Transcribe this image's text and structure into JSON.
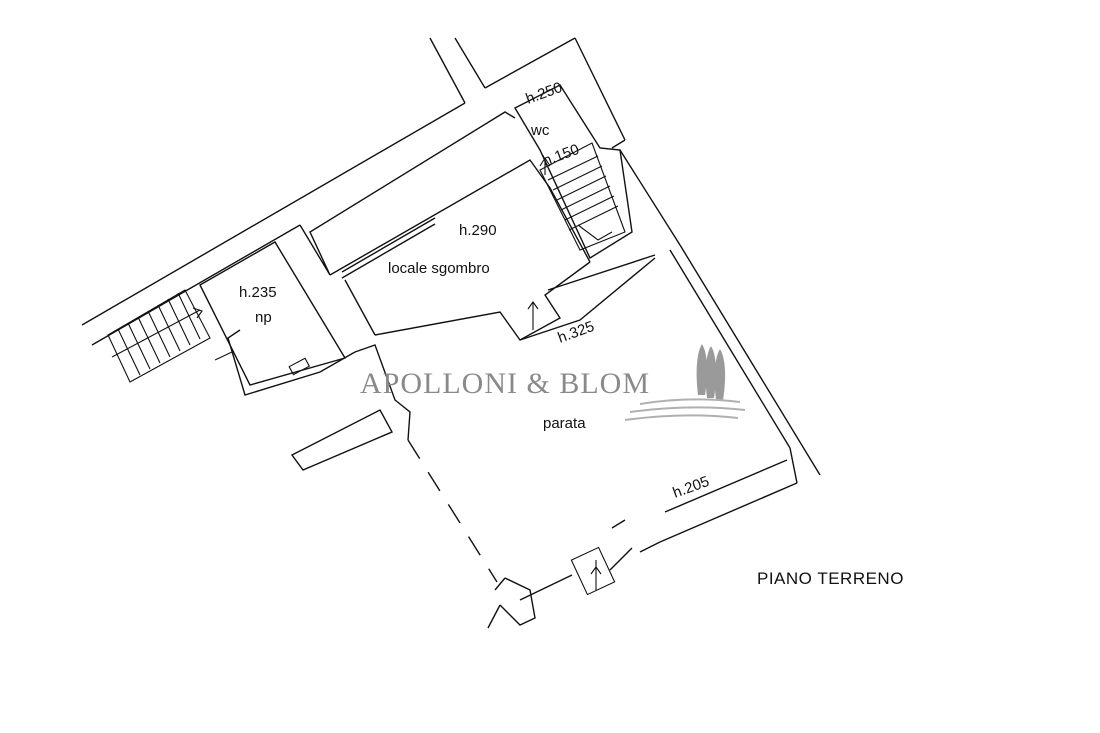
{
  "plan": {
    "title": "PIANO TERRENO",
    "rooms": [
      {
        "id": "h250",
        "text": "h.250"
      },
      {
        "id": "wc",
        "text": "wc"
      },
      {
        "id": "h150",
        "text": "h.150"
      },
      {
        "id": "h290",
        "text": "h.290"
      },
      {
        "id": "locale",
        "text": "locale sgombro"
      },
      {
        "id": "h235",
        "text": "h.235"
      },
      {
        "id": "np",
        "text": "np"
      },
      {
        "id": "h325",
        "text": "h.325"
      },
      {
        "id": "parata",
        "text": "parata"
      },
      {
        "id": "h205",
        "text": "h.205"
      }
    ]
  },
  "watermark": {
    "brand": "APOLLONI & BLOM",
    "color": "#8a8a8a"
  }
}
